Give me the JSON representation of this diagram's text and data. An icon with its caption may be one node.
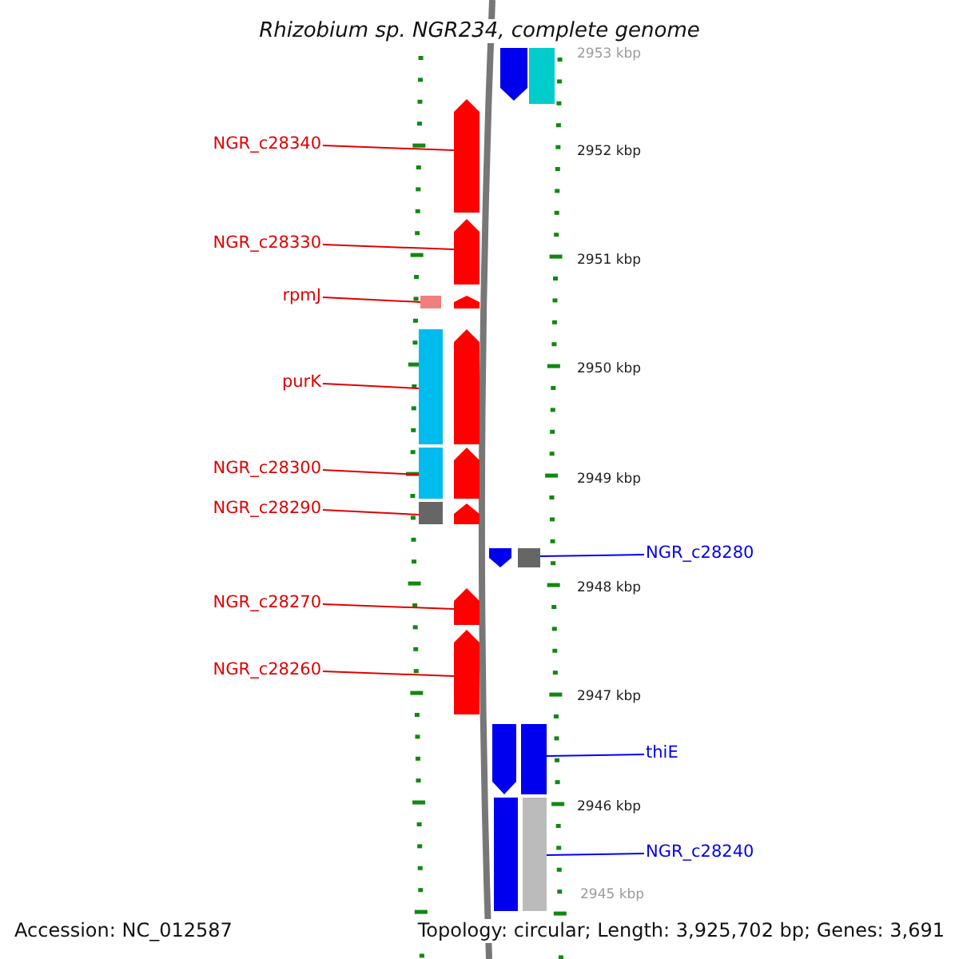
{
  "diagram": {
    "title": "Rhizobium sp. NGR234, complete genome",
    "nodes": [
      {
        "text": [
          "NGR_c28340"
        ]
      },
      {
        "text": [
          "NGR_c28330"
        ]
      },
      {
        "text": [
          "rpmJ"
        ]
      },
      {
        "text": [
          "purK"
        ]
      },
      {
        "text": [
          "NGR_c28300"
        ]
      },
      {
        "text": [
          "NGR_c28290"
        ]
      },
      {
        "text": [
          "NGR_c28280"
        ]
      },
      {
        "text": [
          "NGR_c28270"
        ]
      },
      {
        "text": [
          "NGR_c28260"
        ]
      },
      {
        "text": [
          "thiE"
        ]
      },
      {
        "text": [
          "NGR_c28240"
        ]
      },
      {
        "text": [],
        "shape": "pentagon"
      },
      {
        "text": [],
        "shape": "pentagon"
      },
      {
        "text": [],
        "shape": "bar"
      },
      {
        "text": [],
        "shape": "bar"
      },
      {
        "text": [],
        "shape": "bar"
      },
      {
        "text": [],
        "shape": "bar"
      },
      {
        "text": [],
        "shape": "bar"
      },
      {
        "text": [],
        "shape": "pentagon"
      },
      {
        "text": [],
        "shape": "pentagon"
      },
      {
        "text": [],
        "shape": "bar"
      },
      {
        "text": [],
        "shape": "bar"
      }
    ],
    "edges": [
      {
        "from": 0,
        "to": 11,
        "arrow": "none"
      },
      {
        "from": 1,
        "to": 12,
        "arrow": "none"
      },
      {
        "from": 2,
        "to": 13,
        "arrow": "none"
      },
      {
        "from": 3,
        "to": 14,
        "arrow": "none"
      },
      {
        "from": 4,
        "to": 15,
        "arrow": "none"
      },
      {
        "from": 5,
        "to": 16,
        "arrow": "none"
      },
      {
        "from": 6,
        "to": 17,
        "arrow": "none",
        "color": "#0000ff"
      },
      {
        "from": 7,
        "to": 18,
        "arrow": "none"
      },
      {
        "from": 8,
        "to": 19,
        "arrow": "none"
      },
      {
        "from": 9,
        "to": 20,
        "arrow": "none",
        "color": "#0000ff"
      },
      {
        "from": 10,
        "to": 21,
        "arrow": "none",
        "color": "#0000ff"
      }
    ],
    "labels": [
      "2953 kbp",
      "2952 kbp",
      "2951 kbp",
      "2950 kbp",
      "2949 kbp",
      "2948 kbp",
      "2947 kbp",
      "2946 kbp",
      "2945 kbp",
      "Accession: NC_012587",
      "Topology: circular; Length: 3,925,702 bp; Genes: 3,691"
    ]
  }
}
